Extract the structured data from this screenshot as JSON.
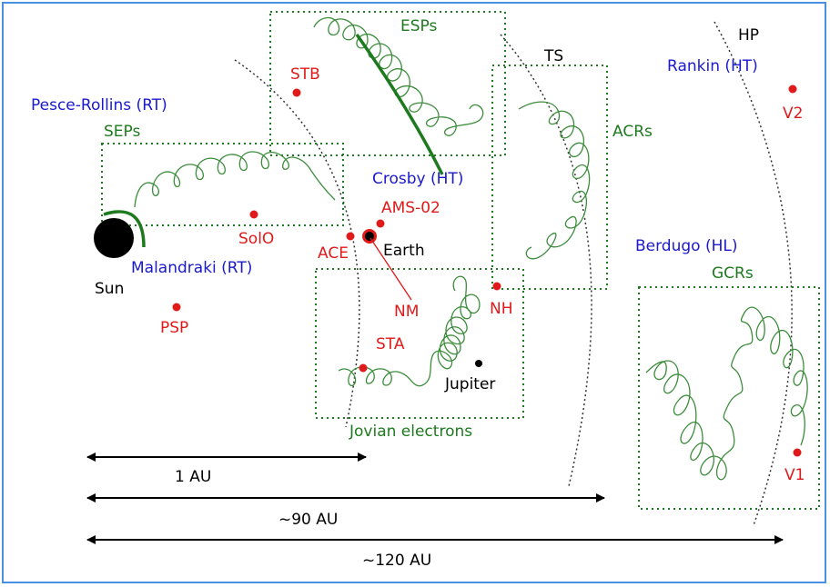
{
  "colors": {
    "frame": "#4a90e2",
    "researcher": "#1a1acc",
    "particle": "#1e7a1e",
    "spacecraft": "#e01a1a",
    "body": "#000000",
    "boundary": "#333333",
    "trajectory": "#3c8c3c"
  },
  "researchers": {
    "pesce_rollins": "Pesce-Rollins (RT)",
    "malandraki": "Malandraki (RT)",
    "crosby": "Crosby (HT)",
    "rankin": "Rankin (HT)",
    "berdugo": "Berdugo (HL)"
  },
  "particles": {
    "seps": "SEPs",
    "esps": "ESPs",
    "acrs": "ACRs",
    "gcrs": "GCRs",
    "jovian": "Jovian electrons"
  },
  "spacecraft": {
    "stb": "STB",
    "solo": "SolO",
    "psp": "PSP",
    "ace": "ACE",
    "ams02": "AMS-02",
    "nm": "NM",
    "sta": "STA",
    "nh": "NH",
    "v1": "V1",
    "v2": "V2"
  },
  "bodies": {
    "sun": "Sun",
    "earth": "Earth",
    "jupiter": "Jupiter"
  },
  "boundaries": {
    "ts": "TS",
    "hp": "HP"
  },
  "scales": {
    "one_au": "1 AU",
    "ninety_au": "~90 AU",
    "hundred_twenty_au": "~120 AU"
  }
}
